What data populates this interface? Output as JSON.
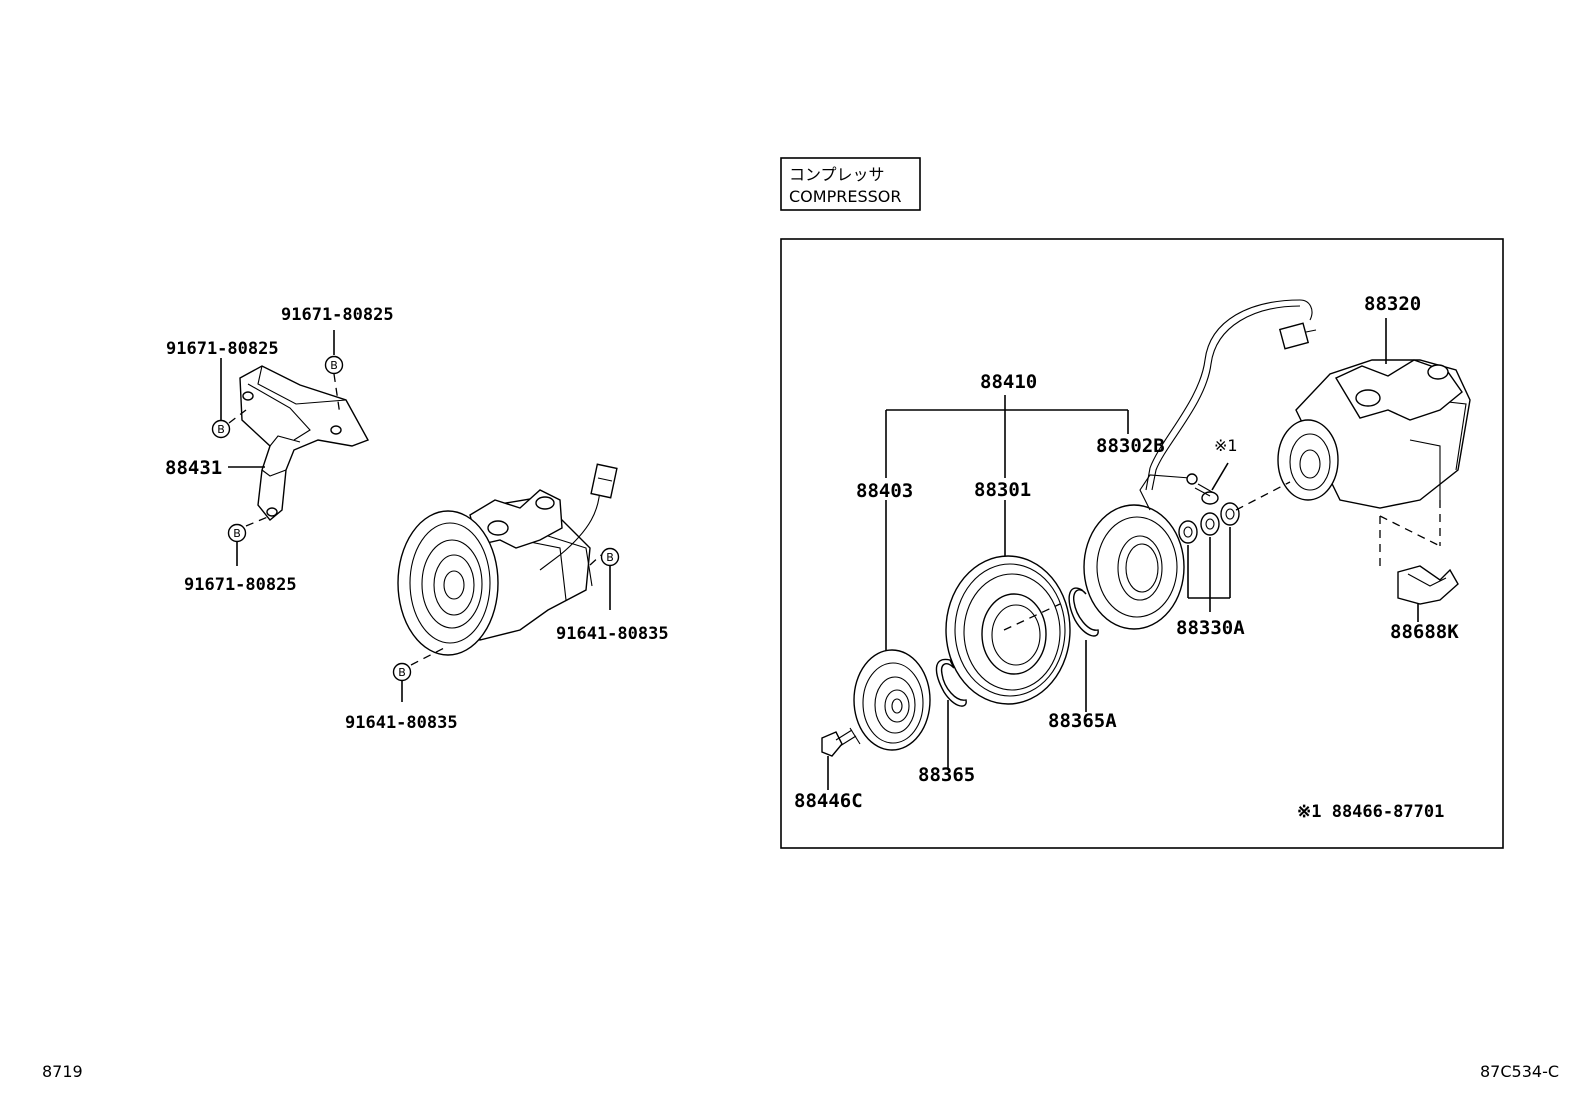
{
  "title_box": {
    "jp": "コンプレッサ",
    "en": "COMPRESSOR"
  },
  "left_labels": {
    "bolt_top": "91671-80825",
    "bolt_left": "91671-80825",
    "bracket": "88431",
    "bolt_bottom": "91671-80825",
    "bolt_right": "91641-80835",
    "bolt_lower": "91641-80835",
    "circle_mark": "B"
  },
  "right_labels": {
    "compressor": "88320",
    "clutch_assy": "88410",
    "stator": "88302B",
    "note_mark": "※1",
    "hub": "88403",
    "pulley": "88301",
    "shim": "88330A",
    "bracket": "88688K",
    "snap_ring_a": "88365A",
    "snap_ring": "88365",
    "bolt": "88446C",
    "footnote": "※1 88466-87701"
  },
  "corners": {
    "bottom_left": "8719",
    "bottom_right": "87C534-C"
  }
}
